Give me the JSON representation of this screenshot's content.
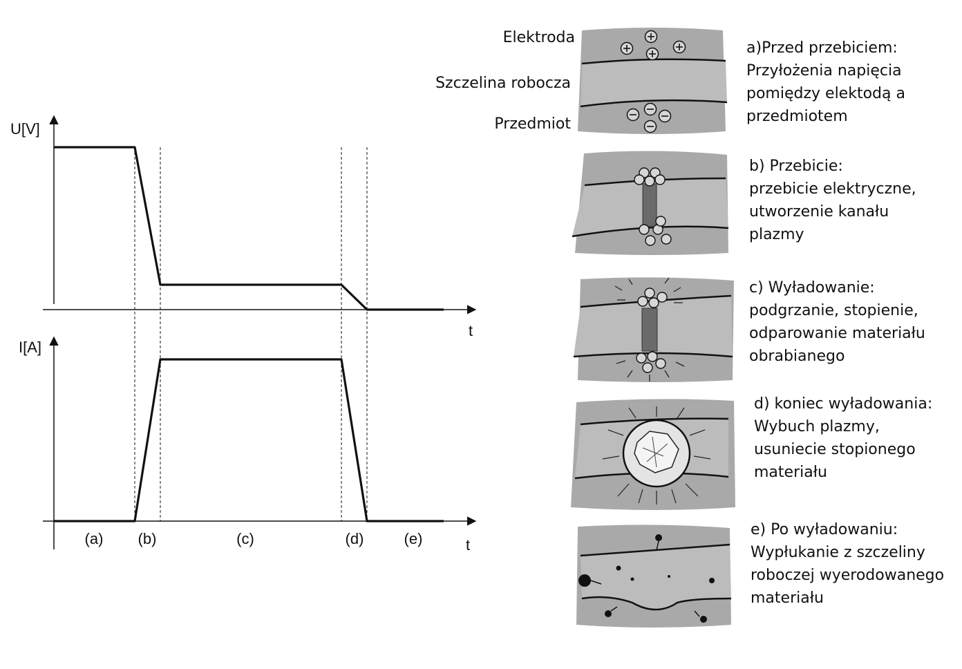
{
  "timing_diagram": {
    "voltage_axis_label": "U[V]",
    "current_axis_label": "I[A]",
    "time_axis_label_top": "t",
    "time_axis_label_bottom": "t",
    "phases": [
      "(a)",
      "(b)",
      "(c)",
      "(d)",
      "(e)"
    ]
  },
  "gap_labels": {
    "electrode": "Elektroda",
    "working_gap": "Szczelina robocza",
    "workpiece": "Przedmiot"
  },
  "stages": [
    {
      "lines": [
        "a)Przed przebiciem:",
        "Przyłożenia napięcia",
        "pomiędzy elektodą a",
        "przedmiotem"
      ]
    },
    {
      "lines": [
        "b) Przebicie:",
        "przebicie elektryczne,",
        "utworzenie kanału",
        "plazmy"
      ]
    },
    {
      "lines": [
        "c) Wyładowanie:",
        "podgrzanie, stopienie,",
        "odparowanie materiału",
        "obrabianego"
      ]
    },
    {
      "lines": [
        "d) koniec wyładowania:",
        "Wybuch plazmy,",
        "usuniecie stopionego",
        "materiału"
      ]
    },
    {
      "lines": [
        "e) Po wyładowaniu:",
        "Wypłukanie z szczeliny",
        "roboczej wyerodowanego",
        "materiału"
      ]
    }
  ],
  "colors": {
    "panel_gray": "#a9a9a9",
    "gap_gray": "#bcbcbc",
    "channel_gray": "#6a6a6a",
    "line": "#111111"
  },
  "icons": {
    "positive_charge": "plus-in-circle",
    "negative_charge": "minus-in-circle"
  }
}
